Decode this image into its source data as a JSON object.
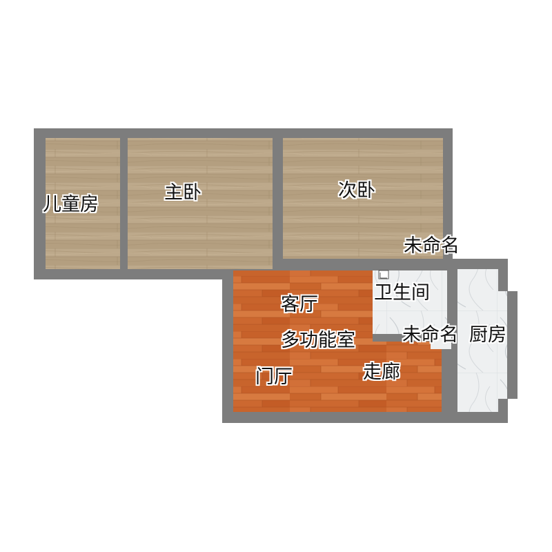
{
  "floor_plan": {
    "rooms": {
      "childrens_room": "儿童房",
      "master_bedroom": "主卧",
      "second_bedroom": "次卧",
      "unnamed_top": "未命名",
      "living_room": "客厅",
      "bathroom": "卫生间",
      "multipurpose_room": "多功能室",
      "unnamed_middle": "未命名",
      "kitchen": "厨房",
      "entrance_hall": "门厅",
      "corridor": "走廊"
    },
    "colors": {
      "wall": "#7d7d7d",
      "wood_light": "#b9a486",
      "wood_orange": "#cf6a30",
      "tile": "#eef0f1"
    }
  }
}
